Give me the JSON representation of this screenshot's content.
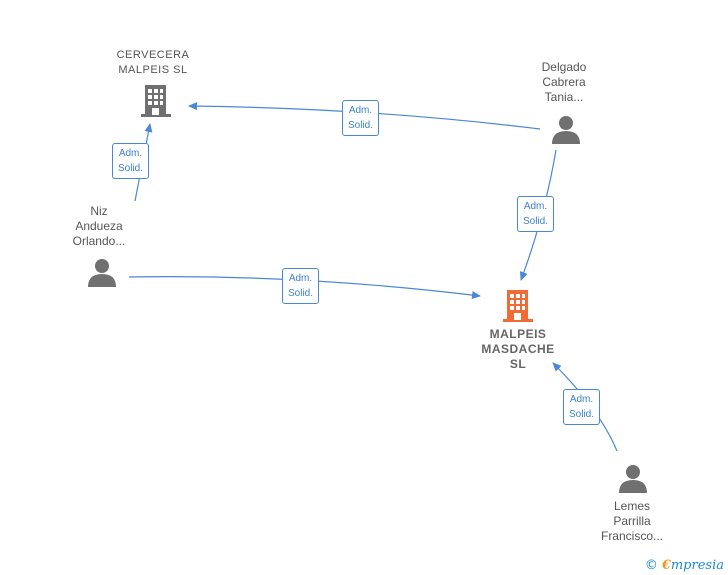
{
  "nodes": {
    "cervecera": {
      "label": "CERVECERA\nMALPEIS  SL",
      "type": "company"
    },
    "delgado": {
      "label": "Delgado\nCabrera\nTania...",
      "type": "person"
    },
    "niz": {
      "label": "Niz\nAndueza\nOrlando...",
      "type": "person"
    },
    "malpeis": {
      "label": "MALPEIS\nMASDACHE\nSL",
      "type": "company-main"
    },
    "lemes": {
      "label": "Lemes\nParrilla\nFrancisco...",
      "type": "person"
    }
  },
  "edges": {
    "delgado_cervecera": "Adm.\nSolid.",
    "niz_cervecera": "Adm.\nSolid.",
    "delgado_malpeis": "Adm.\nSolid.",
    "niz_malpeis": "Adm.\nSolid.",
    "lemes_malpeis": "Adm.\nSolid."
  },
  "colors": {
    "edge": "#4a88d6",
    "company": "#707070",
    "main_company": "#f26a36",
    "person": "#707070"
  },
  "footer": {
    "copyright": "©",
    "brand_initial": "€",
    "brand_rest": "mpresia"
  }
}
